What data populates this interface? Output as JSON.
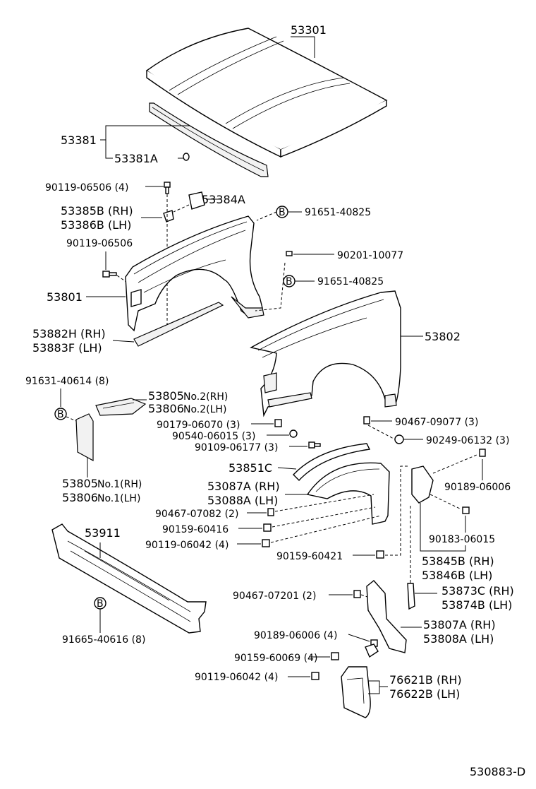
{
  "diagram_id": "530883-D",
  "labels": {
    "hood": "53301",
    "hood_seal": "53381",
    "hood_seal_clip": "53381A",
    "bolt_90119_06506_4": "90119-06506 (4)",
    "bracket_53384A": "53384A",
    "bracket_rh": "53385B (RH)",
    "bracket_lh": "53386B (LH)",
    "nut_91651_a": "91651-40825",
    "bolt_90119_06506": "90119-06506",
    "clip_90201": "90201-10077",
    "nut_91651_b": "91651-40825",
    "fender_53801": "53801",
    "fender_53802": "53802",
    "seal_rh": "53882H (RH)",
    "seal_lh": "53883F (LH)",
    "bolt_91631": "91631-40614 (8)",
    "shield2_rh_num": "53805",
    "shield2_rh_suffix": "No.2(RH)",
    "shield2_lh_num": "53806",
    "shield2_lh_suffix": "No.2(LH)",
    "clip_90179": "90179-06070 (3)",
    "nut_90540": "90540-06015 (3)",
    "screw_90109": "90109-06177 (3)",
    "clip_90467_09077": "90467-09077 (3)",
    "nut_90249": "90249-06132 (3)",
    "moulding_53851C": "53851C",
    "flare_rh": "53087A (RH)",
    "flare_lh": "53088A (LH)",
    "shield1_rh_num": "53805",
    "shield1_rh_suffix": "No.1(RH)",
    "shield1_lh_num": "53806",
    "shield1_lh_suffix": "No.1(LH)",
    "clip_90467_07082": "90467-07082 (2)",
    "screw_90159_60416": "90159-60416",
    "bolt_90119_06042_a": "90119-06042 (4)",
    "nut_90189_a": "90189-06006",
    "nut_90183": "90183-06015",
    "panel_53911": "53911",
    "screw_90159_60421": "90159-60421",
    "bracket_rh_b": "53845B (RH)",
    "bracket_lh_b": "53846B (LH)",
    "bolt_91665": "91665-40616 (8)",
    "clip_90467_07201": "90467-07201 (2)",
    "brace_rh": "53873C (RH)",
    "brace_lh": "53874B (LH)",
    "apron_rh": "53807A (RH)",
    "apron_lh": "53808A (LH)",
    "nut_90189_b": "90189-06006 (4)",
    "screw_90159_60069": "90159-60069 (4)",
    "bolt_90119_06042_b": "90119-06042 (4)",
    "mudguard_rh": "76621B (RH)",
    "mudguard_lh": "76622B (LH)",
    "nut_symbol": "B"
  }
}
